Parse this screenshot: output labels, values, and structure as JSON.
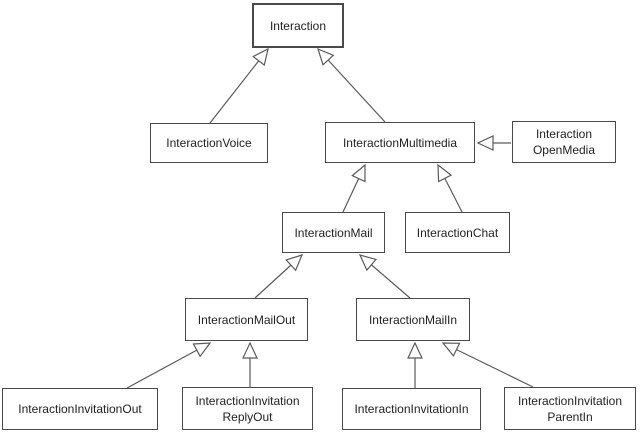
{
  "diagram": {
    "type": "class-inheritance",
    "colors": {
      "background": "#ffffff",
      "box_fill": "#ffffff",
      "box_border": "#4a4a4a",
      "line": "#5a5a5a",
      "text": "#1f1f1f"
    },
    "nodes": {
      "interaction": {
        "lines": [
          "Interaction"
        ]
      },
      "voice": {
        "lines": [
          "InteractionVoice"
        ]
      },
      "multimedia": {
        "lines": [
          "InteractionMultimedia"
        ]
      },
      "openmedia": {
        "lines": [
          "Interaction",
          "OpenMedia"
        ]
      },
      "mail": {
        "lines": [
          "InteractionMail"
        ]
      },
      "chat": {
        "lines": [
          "InteractionChat"
        ]
      },
      "mailout": {
        "lines": [
          "InteractionMailOut"
        ]
      },
      "mailin": {
        "lines": [
          "InteractionMailIn"
        ]
      },
      "invitationout": {
        "lines": [
          "InteractionInvitationOut"
        ]
      },
      "replyout": {
        "lines": [
          "InteractionInvitation",
          "ReplyOut"
        ]
      },
      "invitationin": {
        "lines": [
          "InteractionInvitationIn"
        ]
      },
      "parentin": {
        "lines": [
          "InteractionInvitation",
          "ParentIn"
        ]
      }
    },
    "edges": [
      {
        "from": "InteractionVoice",
        "to": "Interaction",
        "relation": "generalization"
      },
      {
        "from": "InteractionMultimedia",
        "to": "Interaction",
        "relation": "generalization"
      },
      {
        "from": "InteractionOpenMedia",
        "to": "InteractionMultimedia",
        "relation": "generalization"
      },
      {
        "from": "InteractionMail",
        "to": "InteractionMultimedia",
        "relation": "generalization"
      },
      {
        "from": "InteractionChat",
        "to": "InteractionMultimedia",
        "relation": "generalization"
      },
      {
        "from": "InteractionMailOut",
        "to": "InteractionMail",
        "relation": "generalization"
      },
      {
        "from": "InteractionMailIn",
        "to": "InteractionMail",
        "relation": "generalization"
      },
      {
        "from": "InteractionInvitationOut",
        "to": "InteractionMailOut",
        "relation": "generalization"
      },
      {
        "from": "InteractionInvitationReplyOut",
        "to": "InteractionMailOut",
        "relation": "generalization"
      },
      {
        "from": "InteractionInvitationIn",
        "to": "InteractionMailIn",
        "relation": "generalization"
      },
      {
        "from": "InteractionInvitationParentIn",
        "to": "InteractionMailIn",
        "relation": "generalization"
      }
    ]
  }
}
